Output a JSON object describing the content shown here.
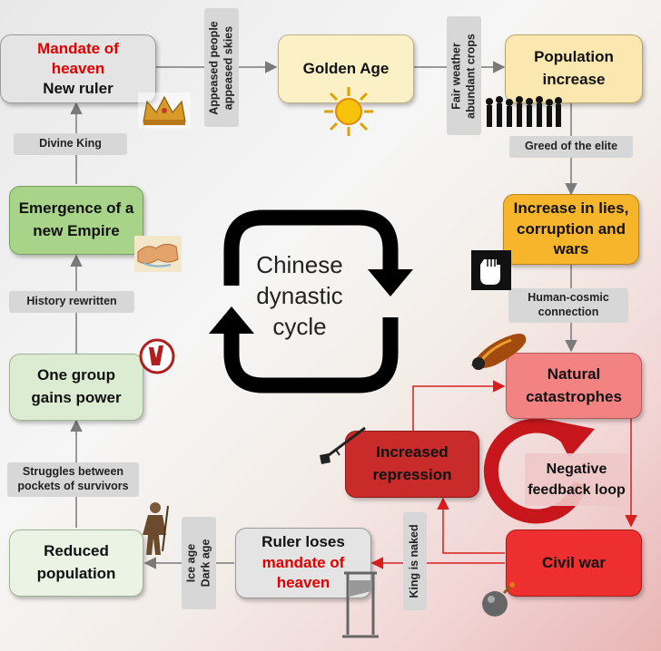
{
  "title_lines": [
    "Chinese",
    "dynastic",
    "cycle"
  ],
  "nodes": {
    "mandate": {
      "line1": "Mandate of",
      "line2": "heaven",
      "line3": "New ruler"
    },
    "golden": {
      "label": "Golden Age"
    },
    "population": {
      "line1": "Population",
      "line2": "increase"
    },
    "lies": {
      "line1": "Increase in lies,",
      "line2": "corruption and",
      "line3": "wars"
    },
    "natural": {
      "line1": "Natural",
      "line2": "catastrophes"
    },
    "civil": {
      "label": "Civil war"
    },
    "repression": {
      "line1": "Increased",
      "line2": "repression"
    },
    "negative": {
      "line1": "Negative",
      "line2": "feedback loop"
    },
    "loses": {
      "line1": "Ruler loses",
      "line2": "mandate of",
      "line3": "heaven"
    },
    "reduced": {
      "line1": "Reduced",
      "line2": "population"
    },
    "gains": {
      "line1": "One group",
      "line2": "gains power"
    },
    "empire": {
      "line1": "Emergence of a",
      "line2": "new Empire"
    }
  },
  "edge_labels": {
    "appeased": {
      "line1": "Appeased people",
      "line2": "appeased skies"
    },
    "fair": {
      "line1": "Fair weather",
      "line2": "abundant crops"
    },
    "greed": "Greed of the elite",
    "human": {
      "line1": "Human-cosmic",
      "line2": "connection"
    },
    "king": "King is naked",
    "ice": {
      "line1": "Ice age",
      "line2": "Dark age"
    },
    "struggles": {
      "line1": "Struggles between",
      "line2": "pockets of survivors"
    },
    "history": "History rewritten",
    "divine": "Divine King"
  },
  "colors": {
    "gray_box": "#e4e4e4",
    "golden_box": "#fbf0c6",
    "population_box": "#fbe8b0",
    "lies_box": "#f7b52c",
    "natural_box": "#f38282",
    "civil_box": "#ee2f2f",
    "repression_box": "#c92a2a",
    "empire_box": "#a8d48a",
    "gains_box": "#dcecd2",
    "reduced_box": "#eaf3e4",
    "red_text": "#e00000",
    "loop_arrow": "#c8161d"
  },
  "icons": [
    "crown-icon",
    "sun-icon",
    "crowd-icon",
    "fist-icon",
    "meteor-icon",
    "map-icon",
    "victory-icon",
    "soldier-icon",
    "guillotine-icon",
    "bomb-icon",
    "rifle-icon"
  ]
}
